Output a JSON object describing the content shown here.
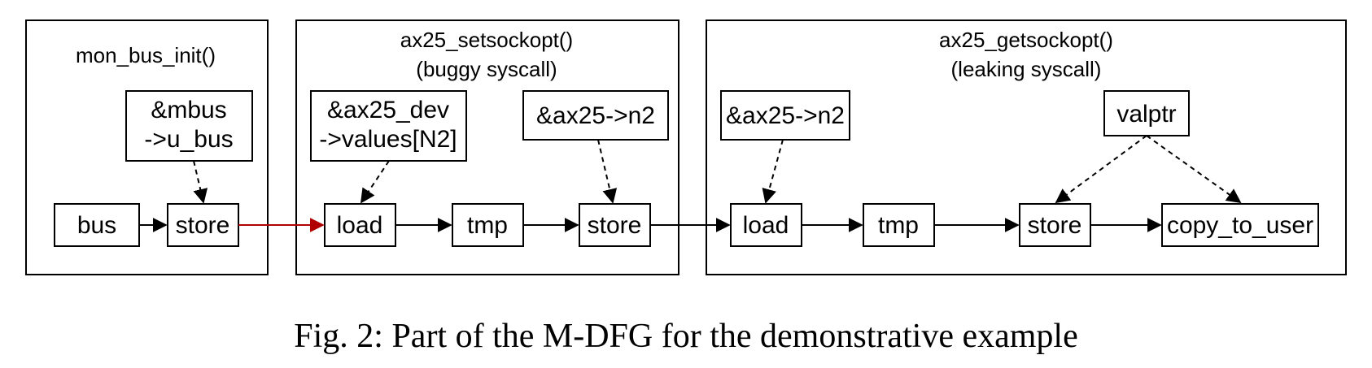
{
  "groups": {
    "mon_bus_init": {
      "title": "mon_bus_init()"
    },
    "setsockopt": {
      "title_line1": "ax25_setsockopt()",
      "title_line2": "(buggy syscall)"
    },
    "getsockopt": {
      "title_line1": "ax25_getsockopt()",
      "title_line2": "(leaking syscall)"
    }
  },
  "nodes": {
    "mbus_line1": "&mbus",
    "mbus_line2": "->u_bus",
    "bus": "bus",
    "store1": "store",
    "ax25dev_line1": "&ax25_dev",
    "ax25dev_line2": "->values[N2]",
    "load1": "load",
    "tmp1": "tmp",
    "n2_a": "&ax25->n2",
    "store2": "store",
    "n2_b": "&ax25->n2",
    "load2": "load",
    "tmp2": "tmp",
    "valptr": "valptr",
    "store3": "store",
    "copy_to_user": "copy_to_user"
  },
  "colors": {
    "highlight_edge": "#b00000"
  },
  "caption": "Fig. 2: Part of the M-DFG for the demonstrative example"
}
